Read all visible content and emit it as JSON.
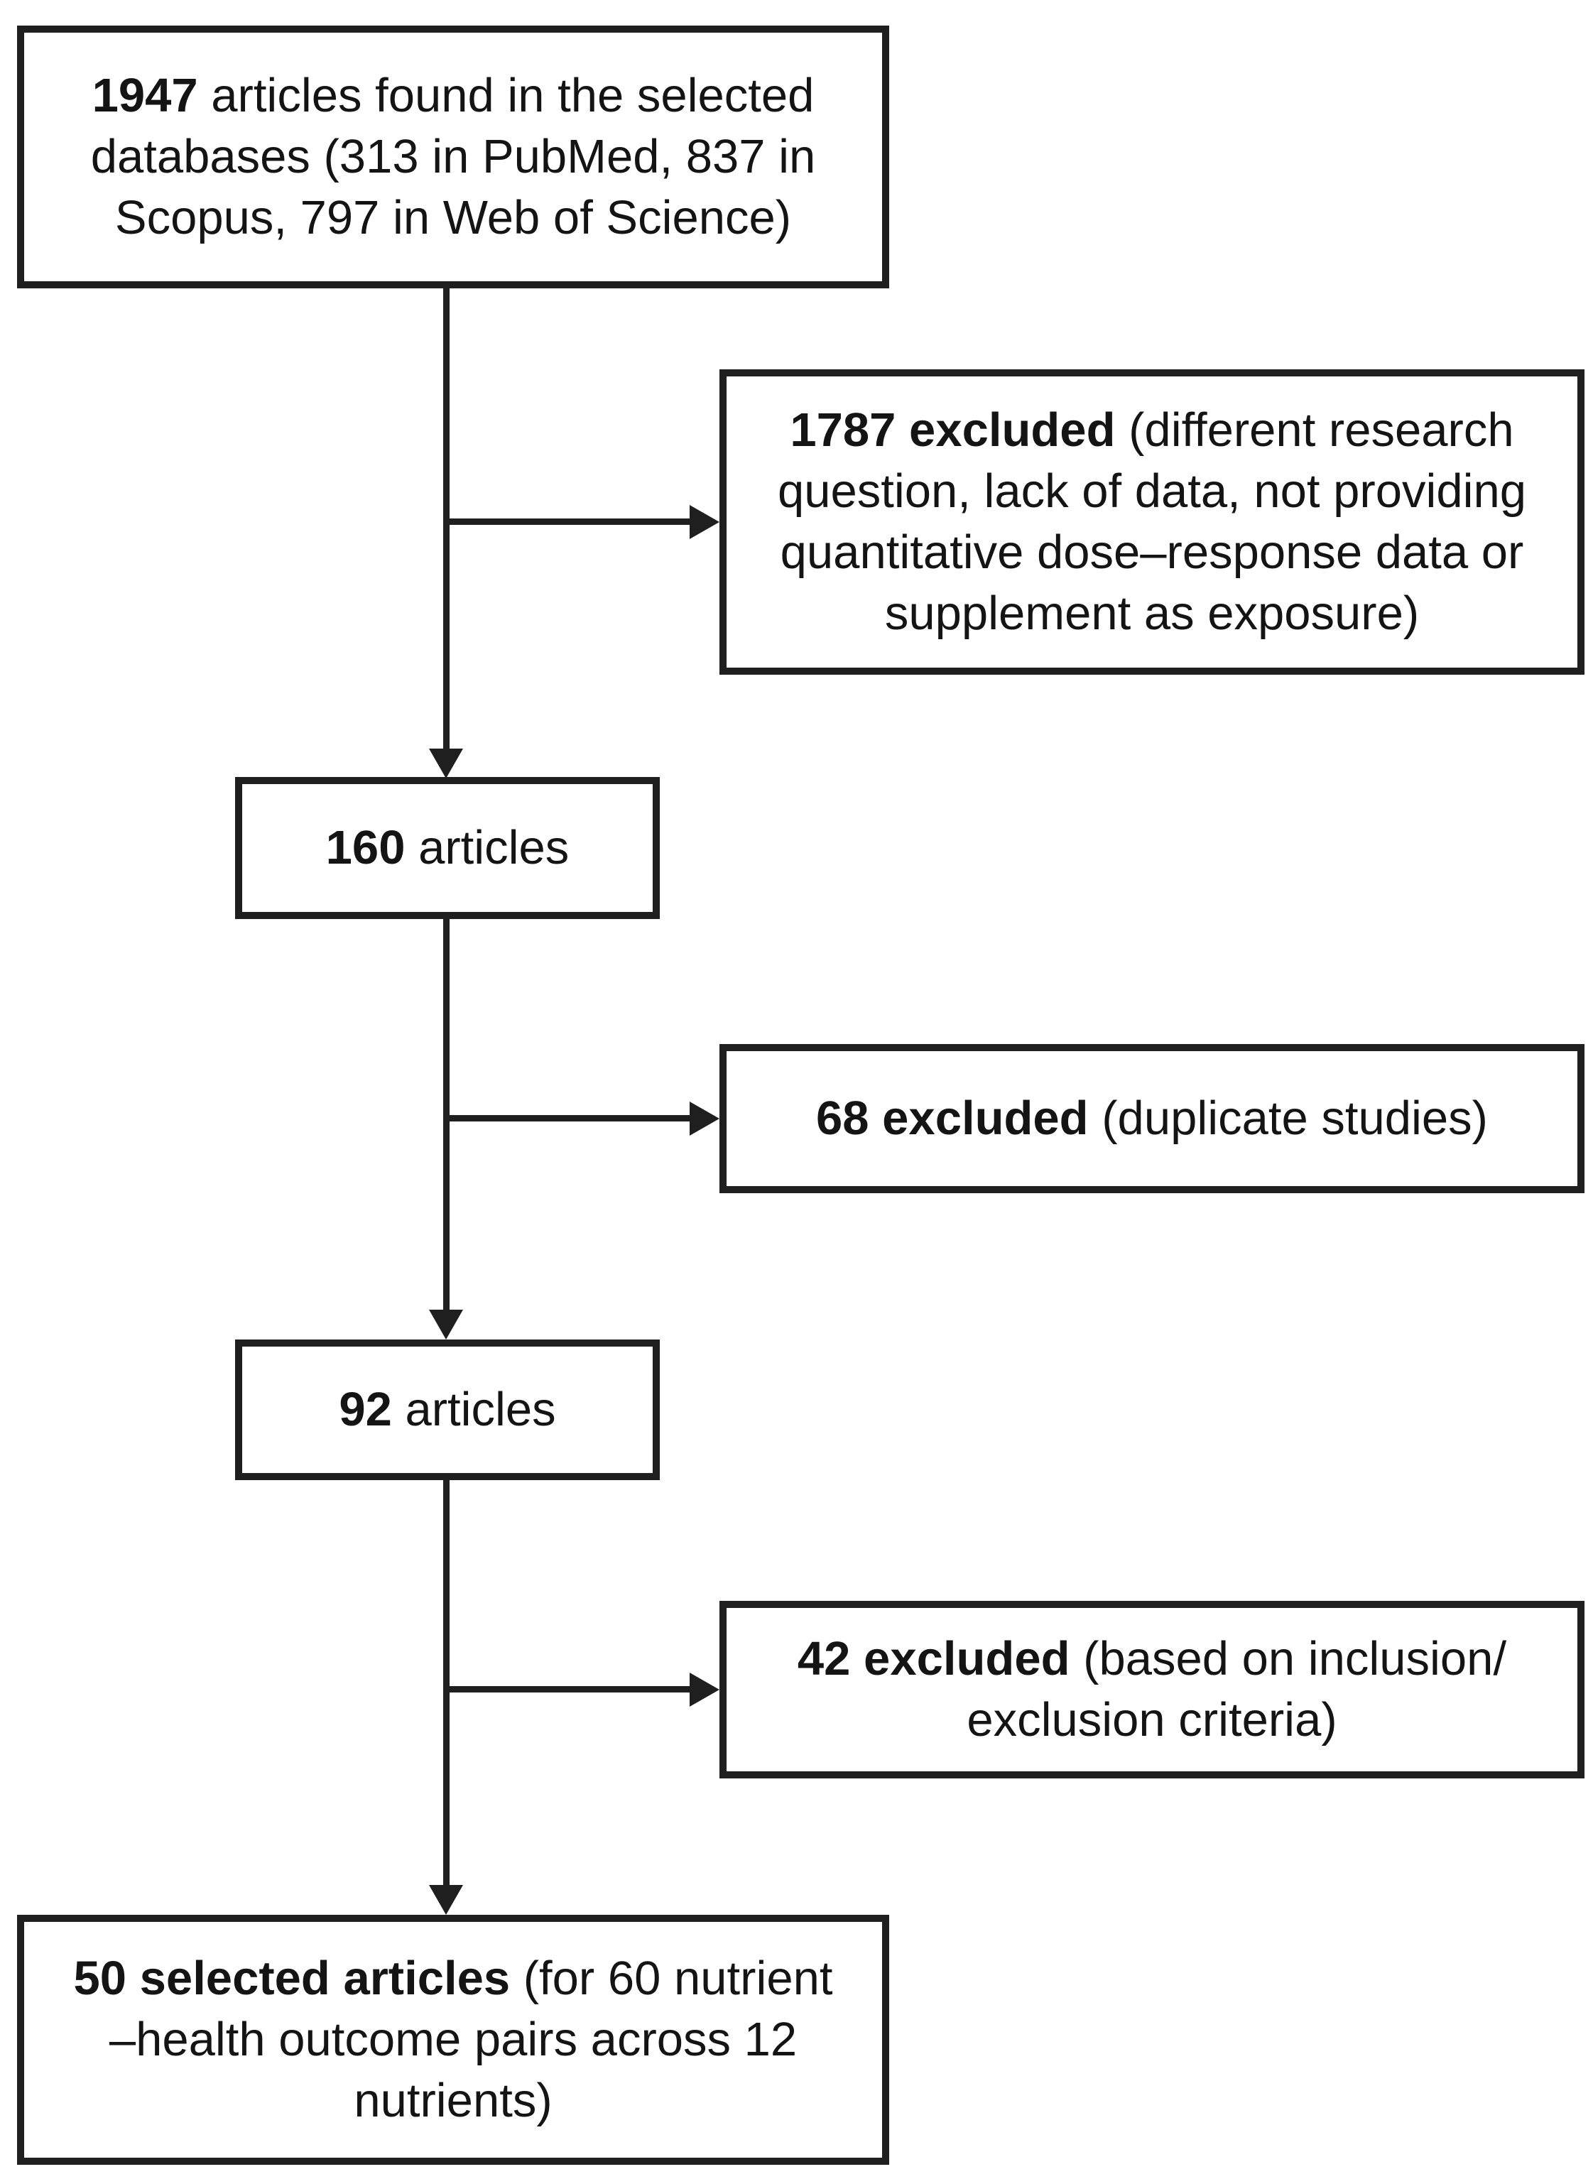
{
  "figure": {
    "type": "flow-diagram",
    "background_color": "#ffffff",
    "line_color": "#1f1f1f",
    "text_color": "#141414"
  },
  "nodes": {
    "found": {
      "lines": [
        {
          "b": "1947",
          "t": " articles found in the selected"
        },
        {
          "t": "databases (313 in PubMed, 837 in"
        },
        {
          "t": "Scopus, 797 in Web of Science)"
        }
      ]
    },
    "excluded_screening": {
      "lines": [
        {
          "b": "1787 excluded",
          "t": " (different research"
        },
        {
          "t": "question, lack of data, not providing"
        },
        {
          "t": "quantitative dose–response data or"
        },
        {
          "t": "supplement as exposure)"
        }
      ]
    },
    "articles_160": {
      "lines": [
        {
          "b": "160",
          "t": " articles"
        }
      ]
    },
    "excluded_duplicates": {
      "lines": [
        {
          "b": "68 excluded",
          "t": " (duplicate studies)"
        }
      ]
    },
    "articles_92": {
      "lines": [
        {
          "b": "92",
          "t": " articles"
        }
      ]
    },
    "excluded_criteria": {
      "lines": [
        {
          "b": "42 excluded",
          "t": " (based on inclusion/"
        },
        {
          "t": "exclusion criteria)"
        }
      ]
    },
    "selected": {
      "lines": [
        {
          "b": "50 selected articles",
          "t": " (for 60 nutrient"
        },
        {
          "t": "–health outcome pairs across 12"
        },
        {
          "t": "nutrients)"
        }
      ]
    }
  },
  "edges": [
    {
      "from": "found",
      "to": "articles_160"
    },
    {
      "from": "found",
      "to": "excluded_screening"
    },
    {
      "from": "articles_160",
      "to": "articles_92"
    },
    {
      "from": "articles_160",
      "to": "excluded_duplicates"
    },
    {
      "from": "articles_92",
      "to": "selected"
    },
    {
      "from": "articles_92",
      "to": "excluded_criteria"
    }
  ]
}
